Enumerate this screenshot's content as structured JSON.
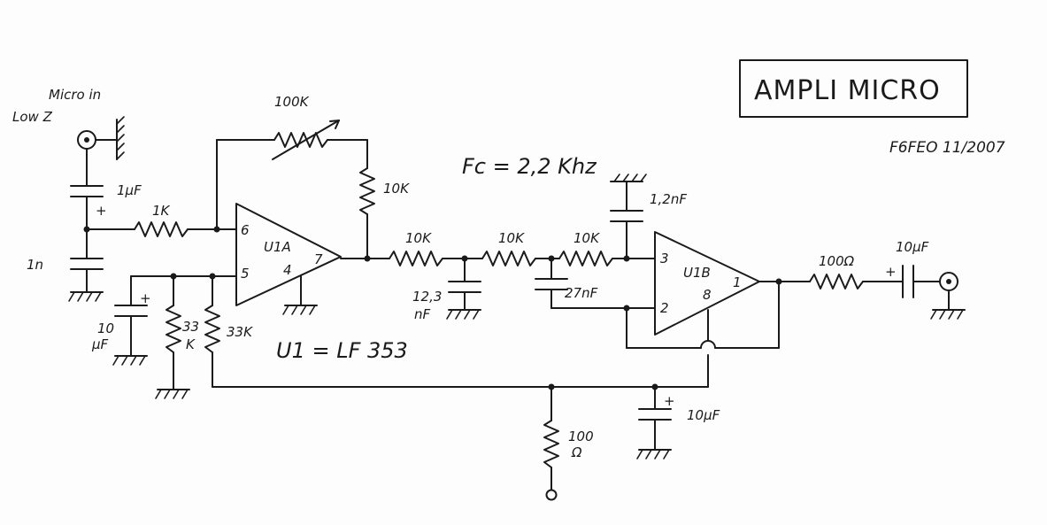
{
  "title": "AMPLI MICRO",
  "author_date": "F6FEO  11/2007",
  "cutoff": "Fc = 2,2 Khz",
  "chip": "U1 = LF 353",
  "input": {
    "line1": "Micro in",
    "line2": "Low Z"
  },
  "parts": {
    "c_in": "1µF",
    "c_in_pol": "+",
    "r_in": "1K",
    "c_1n": "1n",
    "r_fb_pot": "100K",
    "r_fb": "10K",
    "c_bias": "10",
    "c_bias2": "µF",
    "c_bias_pol": "+",
    "r_bias1a": "33",
    "r_bias1b": "K",
    "r_bias2": "33K",
    "r_f1": "10K",
    "r_f2": "10K",
    "r_f3": "10K",
    "c_f1a": "12,3",
    "c_f1b": "nF",
    "c_f2": "27nF",
    "c_f3": "1,2nF",
    "r_out": "100Ω",
    "c_out": "10µF",
    "c_out_pol": "+",
    "r_sup1": "100",
    "r_sup2": "Ω",
    "c_sup": "10µF",
    "c_sup_pol": "+"
  },
  "opamp_a": {
    "name": "U1A",
    "pin_inv": "6",
    "pin_noninv": "5",
    "pin_out": "7",
    "pin_gnd": "4"
  },
  "opamp_b": {
    "name": "U1B",
    "pin_noninv": "3",
    "pin_inv": "2",
    "pin_out": "1",
    "pin_vcc": "8"
  }
}
